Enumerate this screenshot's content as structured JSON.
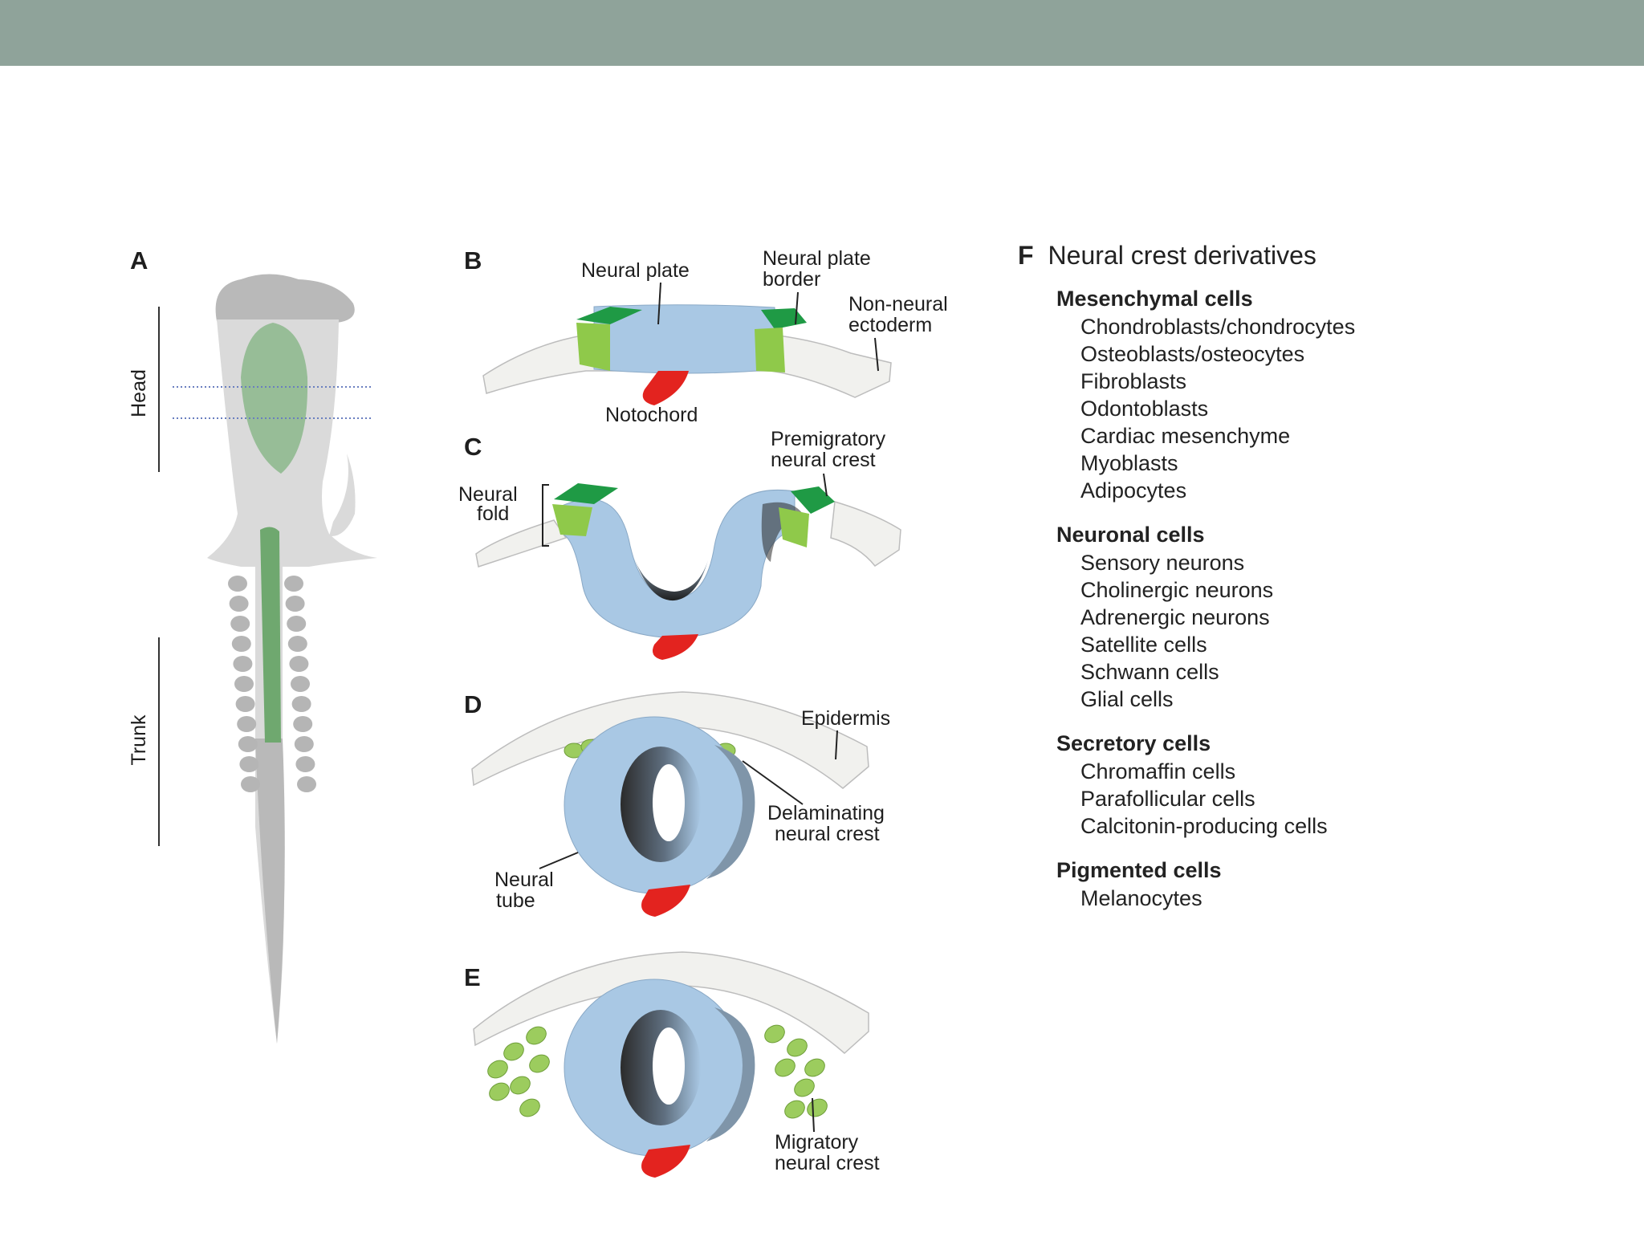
{
  "header": {
    "color": "#8fa39a"
  },
  "panels": {
    "a": {
      "letter": "A",
      "side_labels": [
        "Head",
        "Trunk"
      ]
    },
    "b": {
      "letter": "B",
      "labels": [
        "Neural plate",
        "Neural plate",
        "border",
        "Non-neural",
        "ectoderm",
        "Notochord"
      ]
    },
    "c": {
      "letter": "C",
      "labels": [
        "Premigratory",
        "neural crest",
        "Neural",
        "fold"
      ]
    },
    "d": {
      "letter": "D",
      "labels": [
        "Epidermis",
        "Delaminating",
        "neural crest",
        "Neural",
        "tube"
      ]
    },
    "e": {
      "letter": "E",
      "labels": [
        "Migratory",
        "neural crest"
      ]
    }
  },
  "derivatives": {
    "letter": "F",
    "title": "Neural crest derivatives",
    "groups": [
      {
        "title": "Mesenchymal cells",
        "items": [
          "Chondroblasts/chondrocytes",
          "Osteoblasts/osteocytes",
          "Fibroblasts",
          "Odontoblasts",
          "Cardiac mesenchyme",
          "Myoblasts",
          "Adipocytes"
        ]
      },
      {
        "title": "Neuronal cells",
        "items": [
          "Sensory neurons",
          "Cholinergic neurons",
          "Adrenergic neurons",
          "Satellite cells",
          "Schwann cells",
          "Glial cells"
        ]
      },
      {
        "title": "Secretory cells",
        "items": [
          "Chromaffin cells",
          "Parafollicular cells",
          "Calcitonin-producing cells"
        ]
      },
      {
        "title": "Pigmented cells",
        "items": [
          "Melanocytes"
        ]
      }
    ]
  },
  "colors": {
    "neural_tissue": "#a9c8e4",
    "neural_crest_dark": "#1f9a45",
    "neural_crest_light": "#8fc94a",
    "notochord": "#e3231f",
    "ectoderm": "#f1f1ee",
    "embryo_light": "#d9d9d9",
    "embryo_dark": "#b5b5b5",
    "neural_tube_green": "#8fb98f"
  }
}
